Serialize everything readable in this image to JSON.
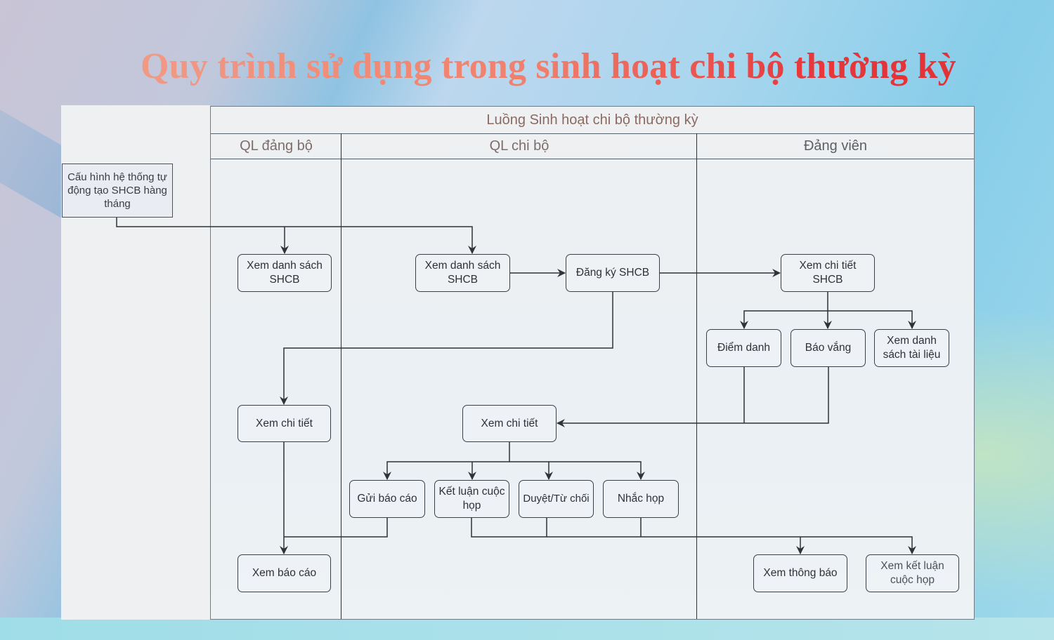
{
  "slide": {
    "title": "Quy trình sử dụng trong sinh hoạt chi bộ thường kỳ"
  },
  "diagram": {
    "pool_title": "Luồng Sinh hoạt chi bộ thường kỳ",
    "lanes": [
      {
        "id": "ql-dang-bo",
        "label": "QL đảng bộ"
      },
      {
        "id": "ql-chi-bo",
        "label": "QL chi bộ"
      },
      {
        "id": "dang-vien",
        "label": "Đảng viên"
      }
    ],
    "nodes": {
      "config": "Cấu hình hệ thống tự động tạo SHCB hàng tháng",
      "qldb_list": "Xem danh sách SHCB",
      "qlcb_list": "Xem danh sách SHCB",
      "register": "Đăng ký SHCB",
      "dv_detail": "Xem chi tiết SHCB",
      "checkin": "Điểm danh",
      "absence": "Báo vắng",
      "docs": "Xem danh sách tài liệu",
      "qldb_detail": "Xem chi tiết",
      "qlcb_detail": "Xem chi tiết",
      "send_report": "Gửi báo cáo",
      "conclude": "Kết luận cuộc họp",
      "approve": "Duyệt/Từ chối",
      "remind": "Nhắc họp",
      "view_report": "Xem báo cáo",
      "view_notice": "Xem thông báo",
      "view_conclusion": "Xem kết luận cuộc họp"
    },
    "edges": [
      {
        "from": "config",
        "to": "qldb_list"
      },
      {
        "from": "config",
        "to": "qlcb_list"
      },
      {
        "from": "qlcb_list",
        "to": "register"
      },
      {
        "from": "register",
        "to": "dv_detail"
      },
      {
        "from": "register",
        "to": "qldb_detail"
      },
      {
        "from": "dv_detail",
        "to": "checkin"
      },
      {
        "from": "dv_detail",
        "to": "absence"
      },
      {
        "from": "dv_detail",
        "to": "docs"
      },
      {
        "from": "checkin",
        "to": "qlcb_detail"
      },
      {
        "from": "absence",
        "to": "qlcb_detail"
      },
      {
        "from": "qlcb_detail",
        "to": "send_report"
      },
      {
        "from": "qlcb_detail",
        "to": "conclude"
      },
      {
        "from": "qlcb_detail",
        "to": "approve"
      },
      {
        "from": "qlcb_detail",
        "to": "remind"
      },
      {
        "from": "qldb_detail",
        "to": "view_report"
      },
      {
        "from": "send_report",
        "to": "view_report"
      },
      {
        "from": "conclude",
        "to": "view_notice"
      },
      {
        "from": "approve",
        "to": "view_notice"
      },
      {
        "from": "remind",
        "to": "view_notice"
      },
      {
        "from": "conclude",
        "to": "view_conclusion"
      }
    ]
  },
  "colors": {
    "title_start": "#f09a85",
    "title_end": "#e02e33",
    "line": "#2f3237",
    "lane_header_text": "#7e6d6a"
  }
}
